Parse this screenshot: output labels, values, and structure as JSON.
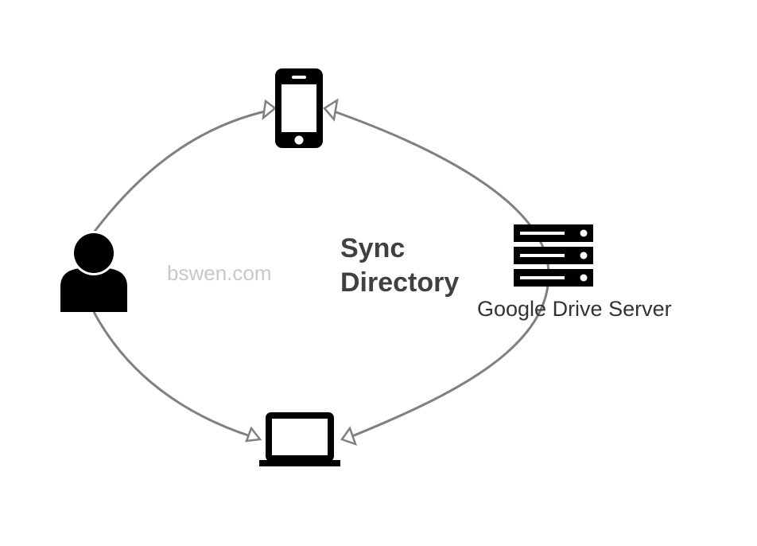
{
  "diagram": {
    "center_label_line1": "Sync",
    "center_label_line2": "Directory",
    "watermark": "bswen.com",
    "server_label": "Google Drive Server",
    "nodes": [
      {
        "id": "user",
        "icon": "user-icon"
      },
      {
        "id": "phone",
        "icon": "smartphone-icon"
      },
      {
        "id": "laptop",
        "icon": "laptop-icon"
      },
      {
        "id": "server",
        "icon": "server-icon"
      }
    ],
    "edges": [
      {
        "from": "user",
        "to": "phone"
      },
      {
        "from": "user",
        "to": "laptop"
      },
      {
        "from": "server",
        "to": "phone"
      },
      {
        "from": "server",
        "to": "laptop"
      }
    ],
    "colors": {
      "edge": "#808080",
      "icon": "#000000",
      "center_label": "#404040",
      "watermark": "#c8c8c8",
      "server_label": "#333333"
    }
  }
}
